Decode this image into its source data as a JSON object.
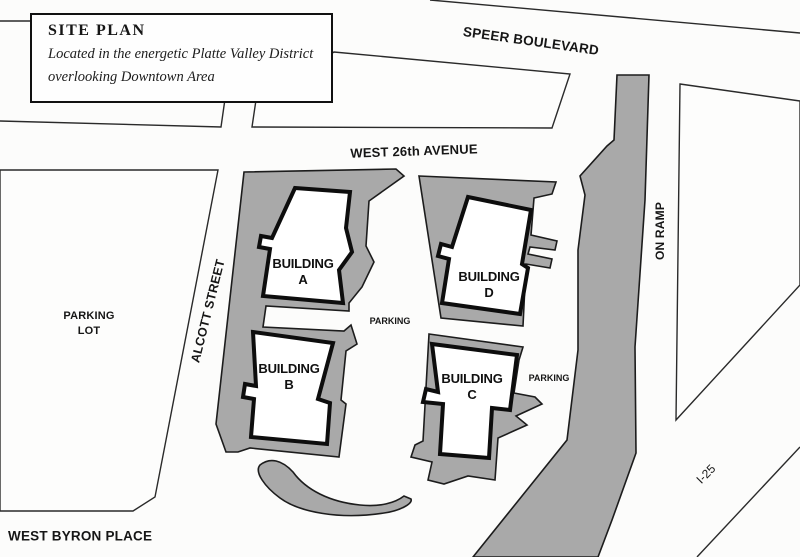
{
  "title_box": {
    "title": "SITE PLAN",
    "subtitle_line1": "Located in the energetic Platte Valley District",
    "subtitle_line2": "overlooking Downtown Area"
  },
  "streets": {
    "speer": "SPEER BOULEVARD",
    "west_26th": "WEST 26th AVENUE",
    "alcott": "ALCOTT STREET",
    "on_ramp": "ON RAMP",
    "i25": "I-25",
    "west_byron": "WEST BYRON PLACE"
  },
  "parking": {
    "lot_line1": "PARKING",
    "lot_line2": "LOT",
    "central": "PARKING",
    "east": "PARKING"
  },
  "buildings": [
    {
      "label": "BUILDING",
      "letter": "A"
    },
    {
      "label": "BUILDING",
      "letter": "B"
    },
    {
      "label": "BUILDING",
      "letter": "C"
    },
    {
      "label": "BUILDING",
      "letter": "D"
    }
  ],
  "colors": {
    "block_gray": "#a9a9a9",
    "building_fill": "#ffffff",
    "line_black": "#1c1c1c",
    "background": "#fcfcfb"
  }
}
